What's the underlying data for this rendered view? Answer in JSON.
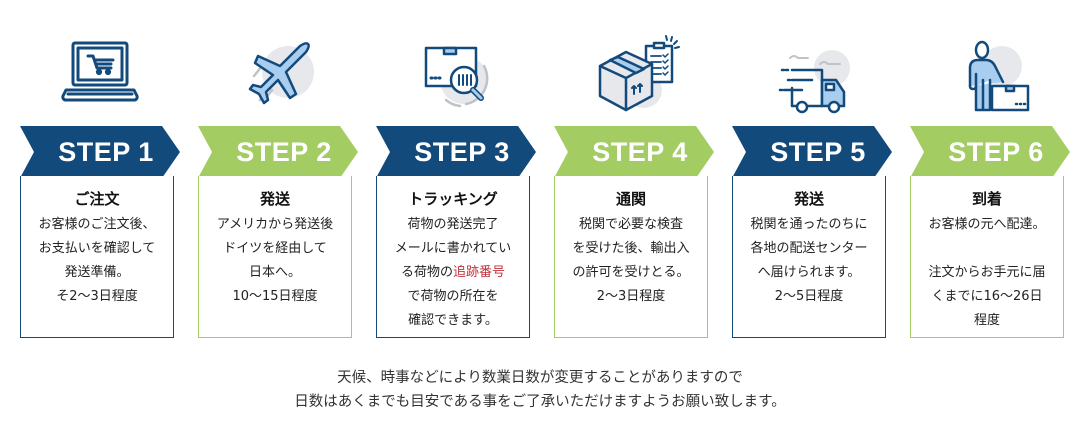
{
  "colors": {
    "navy": "#134a7c",
    "green": "#a3cd62",
    "icon_light": "#a9cdee",
    "icon_gray": "#e6e8ec",
    "highlight": "#c0323a"
  },
  "steps": [
    {
      "label": "STEP 1",
      "theme": "navy",
      "icon": "laptop-cart-icon",
      "title": "ご注文",
      "lines": [
        "お客様のご注文後、",
        "お支払いを確認して",
        "発送準備。",
        "そ2〜3日程度"
      ]
    },
    {
      "label": "STEP 2",
      "theme": "green",
      "icon": "airplane-icon",
      "title": "発送",
      "lines": [
        "アメリカから発送後",
        "ドイツを経由して",
        "日本へ。",
        "10〜15日程度"
      ]
    },
    {
      "label": "STEP 3",
      "theme": "navy",
      "icon": "package-search-icon",
      "title": "トラッキング",
      "lines": [
        "荷物の発送完了",
        "メールに書かれてい",
        "る荷物の",
        "で荷物の所在を",
        "確認できます。"
      ],
      "highlight": "追跡番号"
    },
    {
      "label": "STEP 4",
      "theme": "green",
      "icon": "box-clipboard-icon",
      "title": "通関",
      "lines": [
        "税関で必要な検査",
        "を受けた後、輸出入",
        "の許可を受けとる。",
        "2〜3日程度"
      ]
    },
    {
      "label": "STEP 5",
      "theme": "navy",
      "icon": "delivery-truck-icon",
      "title": "発送",
      "lines": [
        "税関を通ったのちに",
        "各地の配送センター",
        "へ届けられます。",
        "2〜5日程度"
      ]
    },
    {
      "label": "STEP 6",
      "theme": "green",
      "icon": "person-package-icon",
      "title": "到着",
      "lines": [
        "お客様の元へ配達。",
        "",
        "注文からお手元に届",
        "くまでに16〜26日",
        "程度"
      ]
    }
  ],
  "notice": {
    "line1": "天候、時事などにより数業日数が変更することがありますので",
    "line2": "日数はあくまでも目安である事をご了承いただけますようお願い致します。"
  }
}
